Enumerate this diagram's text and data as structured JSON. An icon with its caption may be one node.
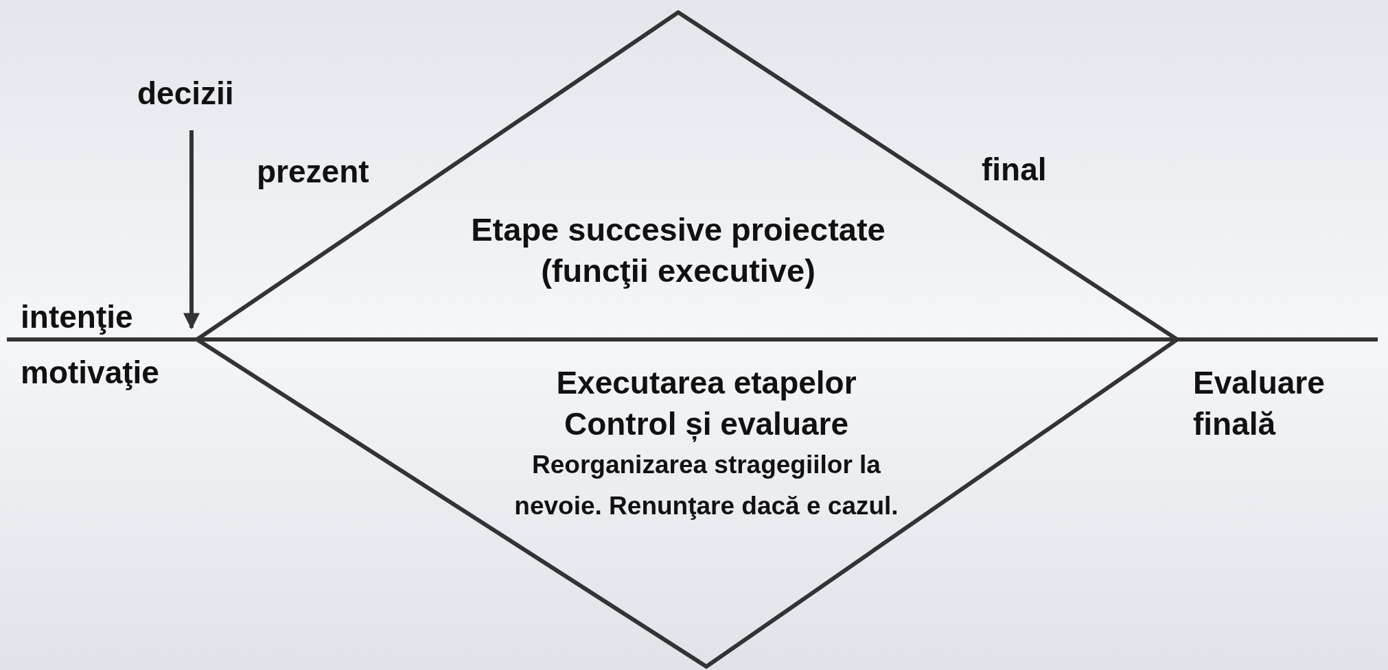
{
  "diagram": {
    "nodes": [
      {
        "text": [
          "decizii"
        ]
      },
      {
        "text": [
          "Etape succesive proiectate (funcţii executive)"
        ]
      },
      {
        "text": [
          "Executarea etapelor",
          "Control și evaluare",
          "Reorganizarea stragegiilor la nevoie. Renunţare dacă e cazul."
        ]
      }
    ],
    "edges": [
      {
        "from": 0,
        "to": 1,
        "arrow": "to"
      }
    ],
    "labels": [
      "prezent",
      "final",
      "intenţie",
      "motivaţie",
      "Evaluare finală"
    ]
  }
}
